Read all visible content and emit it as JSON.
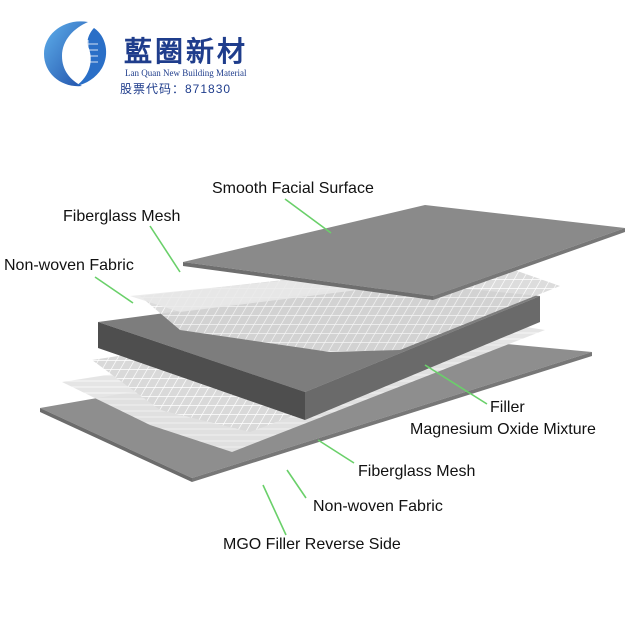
{
  "brand": {
    "name_cn": "藍圈新材",
    "name_en": "Lan Quan New Building Material",
    "stock_code": "股票代码：871830",
    "logo_icon": "lan-quan-logo-icon",
    "color": "#1f3d8c"
  },
  "diagram": {
    "labels": [
      "Smooth Facial Surface",
      "Fiberglass Mesh",
      "Non-woven Fabric",
      "Filler",
      "Magnesium Oxide Mixture",
      "Fiberglass Mesh",
      "Non-woven Fabric",
      "MGO Filler Reverse Side"
    ],
    "leader_color": "#6ad06a",
    "layer_colors": {
      "surface": "#8a8a8a",
      "core_top": "#7d7d7d",
      "core_side": "#5a5a5a",
      "back": "#8e8e8e",
      "mesh": "#ffffff",
      "fabric": "#e8e8e8"
    }
  }
}
